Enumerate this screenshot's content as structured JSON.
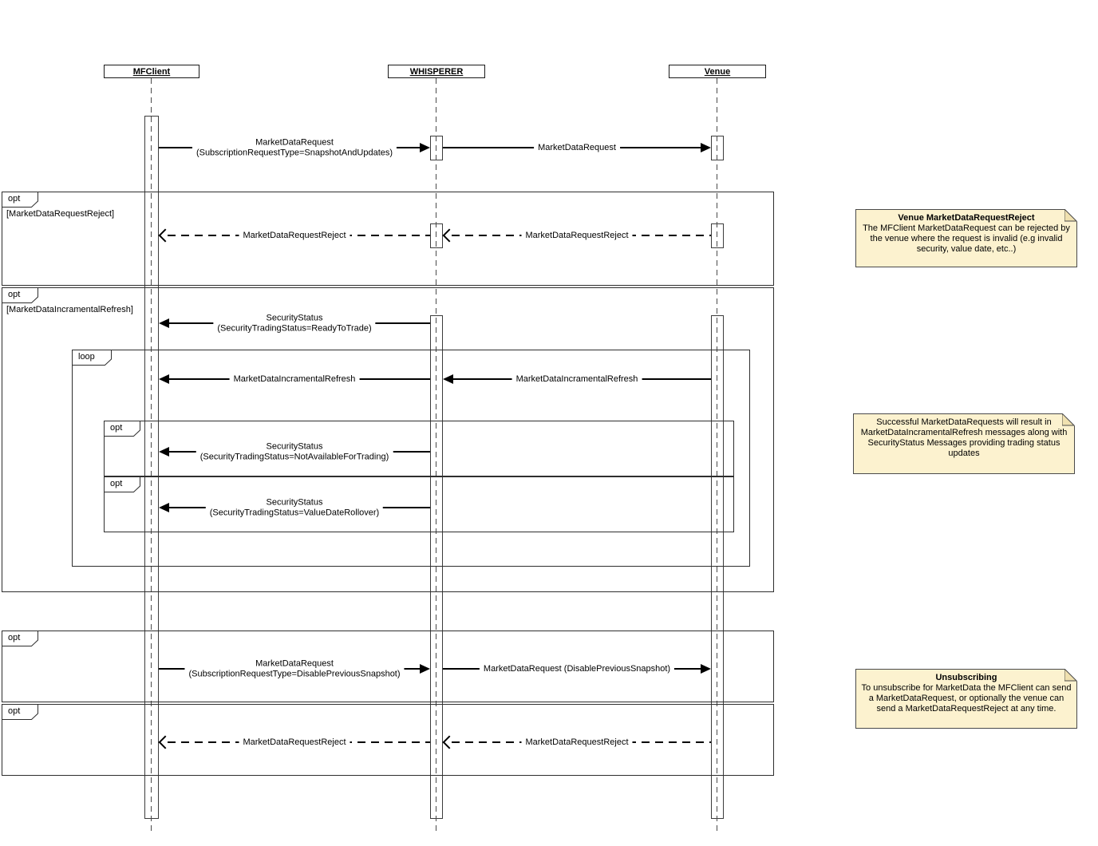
{
  "lifelines": {
    "mfclient": {
      "label": "MFClient"
    },
    "whisperer": {
      "label": "WHISPERER"
    },
    "venue": {
      "label": "Venue"
    }
  },
  "fragments": {
    "opt_reject": {
      "operator": "opt",
      "guard": "[MarketDataRequestReject]"
    },
    "opt_incremental": {
      "operator": "opt",
      "guard": "[MarketDataIncramentalRefresh]"
    },
    "loop_refresh": {
      "operator": "loop"
    },
    "opt_not_available": {
      "operator": "opt"
    },
    "opt_value_date": {
      "operator": "opt"
    },
    "opt_unsubscribe": {
      "operator": "opt"
    },
    "opt_unsubscribe_reject": {
      "operator": "opt"
    }
  },
  "messages": {
    "md_request_snapshot": {
      "line1": "MarketDataRequest",
      "line2": "(SubscriptionRequestType=SnapshotAndUpdates)"
    },
    "md_request_venue": {
      "text": "MarketDataRequest"
    },
    "md_reject_venue": {
      "text": "MarketDataRequestReject"
    },
    "md_reject_client": {
      "text": "MarketDataRequestReject"
    },
    "security_ready": {
      "line1": "SecurityStatus",
      "line2": "(SecurityTradingStatus=ReadyToTrade)"
    },
    "md_incremental_client": {
      "text": "MarketDataIncramentalRefresh"
    },
    "md_incremental_whisperer": {
      "text": "MarketDataIncramentalRefresh"
    },
    "security_not_available": {
      "line1": "SecurityStatus",
      "line2": "(SecurityTradingStatus=NotAvailableForTrading)"
    },
    "security_rollover": {
      "line1": "SecurityStatus",
      "line2": "(SecurityTradingStatus=ValueDateRollover)"
    },
    "md_disable_request": {
      "line1": "MarketDataRequest",
      "line2": "(SubscriptionRequestType=DisablePreviousSnapshot)"
    },
    "md_disable_venue": {
      "text": "MarketDataRequest (DisablePreviousSnapshot)"
    },
    "unsub_reject_venue": {
      "text": "MarketDataRequestReject"
    },
    "unsub_reject_client": {
      "text": "MarketDataRequestReject"
    }
  },
  "notes": {
    "venue_reject": {
      "title": "Venue MarketDataRequestReject",
      "body": "The MFClient MarketDataRequest can be rejected by the venue where the request is invalid (e.g invalid security, value date, etc..)"
    },
    "successful_requests": {
      "body": "Successful MarketDataRequests will result in MarketDataIncramentalRefresh messages along with SecurityStatus Messages providing trading status updates"
    },
    "unsubscribing": {
      "title": "Unsubscribing",
      "body": "To unsubscribe for MarketData the MFClient can send a MarketDataRequest, or optionally the venue can send a MarketDataRequestReject at any time."
    }
  },
  "colors": {
    "note_fill": "#FCF2CF",
    "note_border": "#4A4A4A",
    "line": "#000000",
    "background": "#FFFFFF"
  }
}
